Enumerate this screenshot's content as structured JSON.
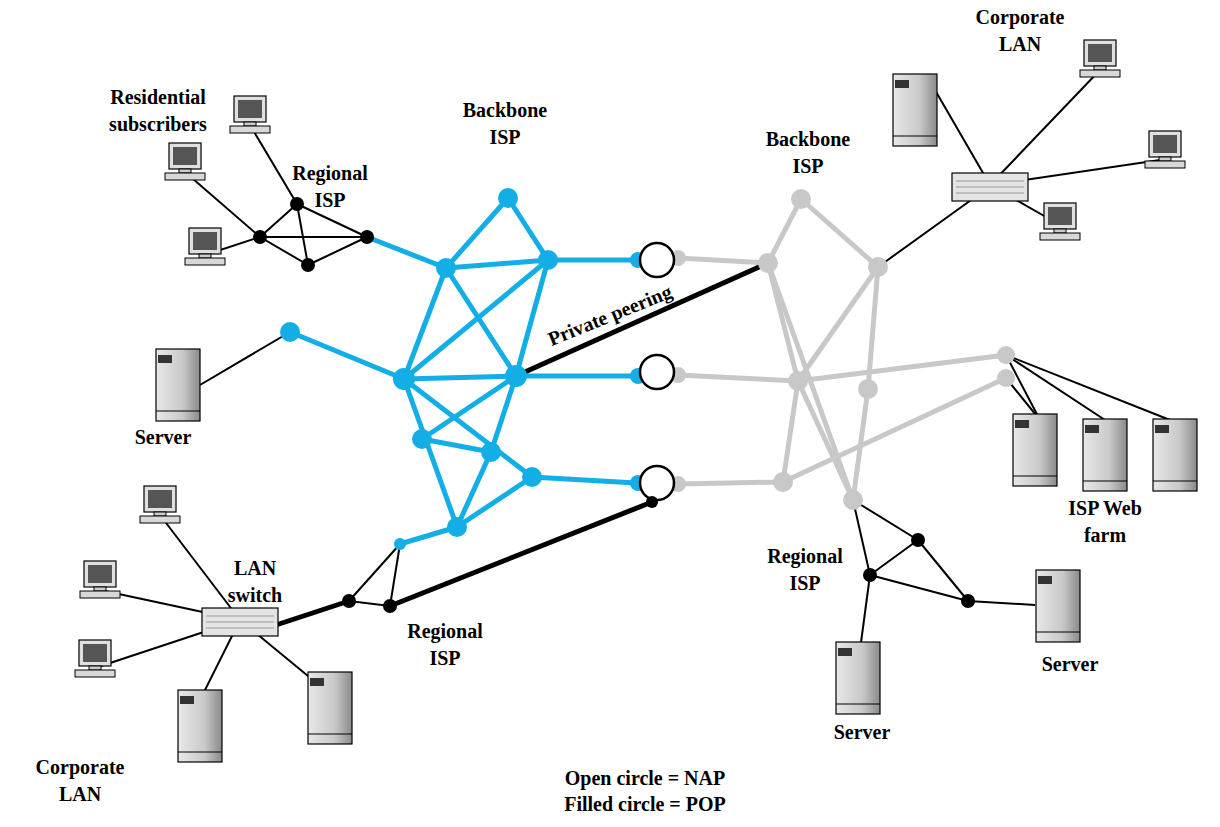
{
  "diagram": {
    "labels": [
      "Residential subscribers",
      "Regional ISP",
      "Backbone ISP",
      "Backbone ISP",
      "Corporate LAN",
      "Private peering",
      "Server",
      "ISP Web farm",
      "LAN switch",
      "Regional ISP",
      "Regional ISP",
      "Server",
      "Server",
      "Corporate LAN",
      "Open circle = NAP",
      "Filled circle = POP"
    ]
  }
}
